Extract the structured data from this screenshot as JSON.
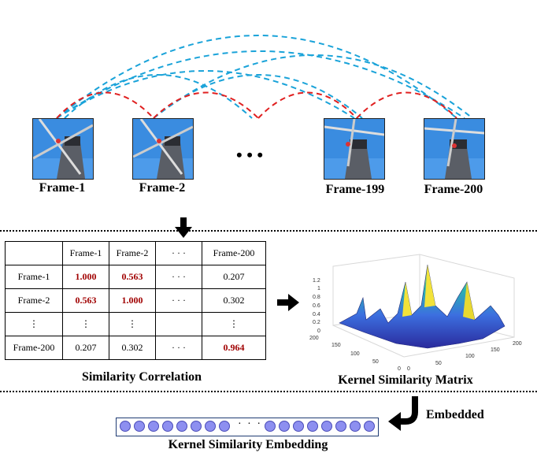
{
  "frames": [
    {
      "label": "Frame-1"
    },
    {
      "label": "Frame-2"
    },
    {
      "label": "Frame-199"
    },
    {
      "label": "Frame-200"
    }
  ],
  "frames_ellipsis": "• • •",
  "table": {
    "header": [
      "",
      "Frame-1",
      "Frame-2",
      "· · ·",
      "Frame-200"
    ],
    "rows": [
      [
        "Frame-1",
        "1.000",
        "0.563",
        "· · ·",
        "0.207"
      ],
      [
        "Frame-2",
        "0.563",
        "1.000",
        "· · ·",
        "0.302"
      ],
      [
        "⋮",
        "⋮",
        "⋮",
        "",
        "⋮"
      ],
      [
        "Frame-200",
        "0.207",
        "0.302",
        "· · ·",
        "0.964"
      ]
    ]
  },
  "captions": {
    "similarity": "Similarity Correlation",
    "kernel_matrix": "Kernel Similarity Matrix",
    "embedding": "Kernel Similarity Embedding",
    "embedded": "Embedded"
  },
  "embedding_ellipsis": "· · ·",
  "plot": {
    "z_ticks": [
      "0",
      "0.2",
      "0.4",
      "0.6",
      "0.8",
      "1",
      "1.2"
    ],
    "x_ticks": [
      "0",
      "50",
      "100",
      "150",
      "200"
    ],
    "y_ticks": [
      "0",
      "50",
      "100",
      "150",
      "200"
    ]
  },
  "colors": {
    "red_arc": "#e02020",
    "blue_arc": "#1aa3d9",
    "highlight": "#a00000",
    "embed_dot": "#8d8ff0"
  }
}
